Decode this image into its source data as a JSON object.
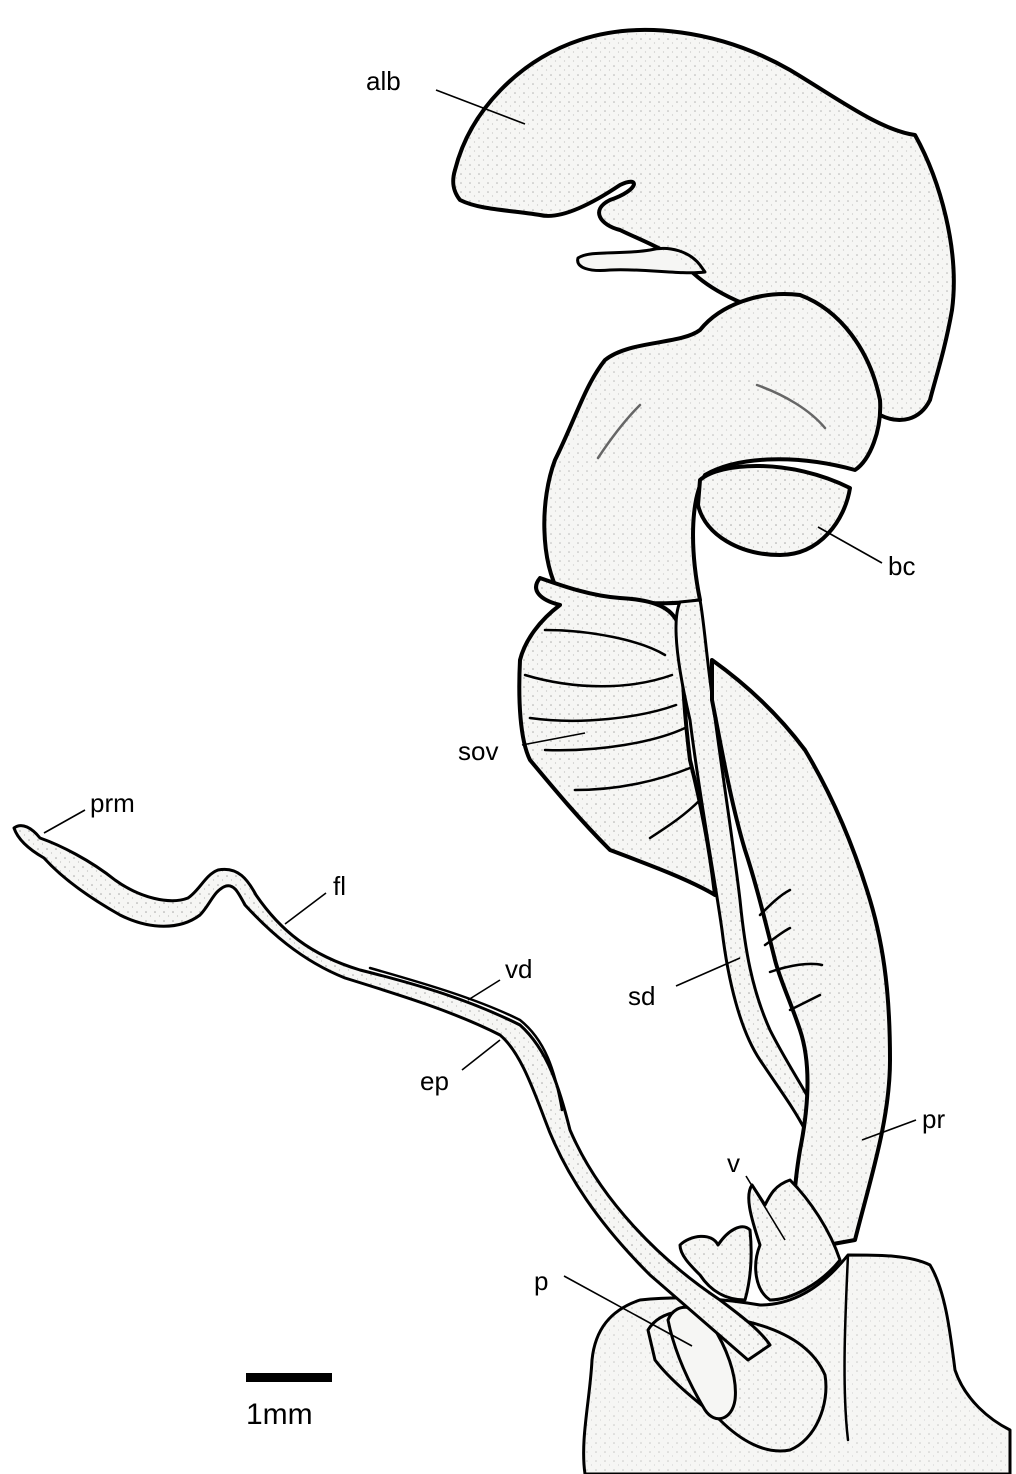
{
  "labels": {
    "alb": "alb",
    "bc": "bc",
    "sov": "sov",
    "prm": "prm",
    "fl": "fl",
    "vd": "vd",
    "ep": "ep",
    "sd": "sd",
    "pr": "pr",
    "v": "v",
    "p": "p"
  },
  "scale_bar": {
    "label": "1mm"
  },
  "colors": {
    "stroke": "#000000",
    "fill": "#f6f6f4",
    "stipple": "#000000"
  }
}
